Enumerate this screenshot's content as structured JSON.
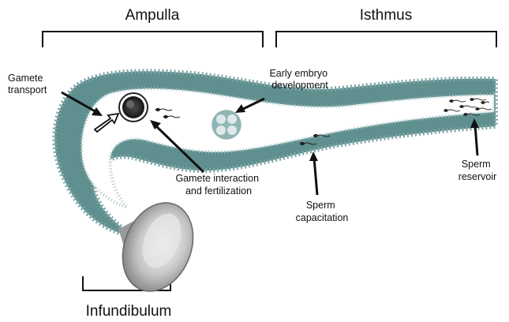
{
  "regions": {
    "ampulla": "Ampulla",
    "isthmus": "Isthmus",
    "infundibulum": "Infundibulum"
  },
  "annotations": {
    "gamete_transport": [
      "Gamete",
      "transport"
    ],
    "early_embryo": [
      "Early embryo",
      "development"
    ],
    "gamete_interaction": [
      "Gamete interaction",
      "and fertilization"
    ],
    "sperm_capacitation": [
      "Sperm",
      "capacitation"
    ],
    "sperm_reservoir": [
      "Sperm",
      "reservoir"
    ]
  },
  "colors": {
    "tube_wall": "#5f8f8f",
    "tube_wall_light": "#8fb5b5",
    "lumen": "#ffffff",
    "ink": "#111111",
    "funnel_dark": "#8a8a8a",
    "funnel_light": "#f0f0f0"
  }
}
